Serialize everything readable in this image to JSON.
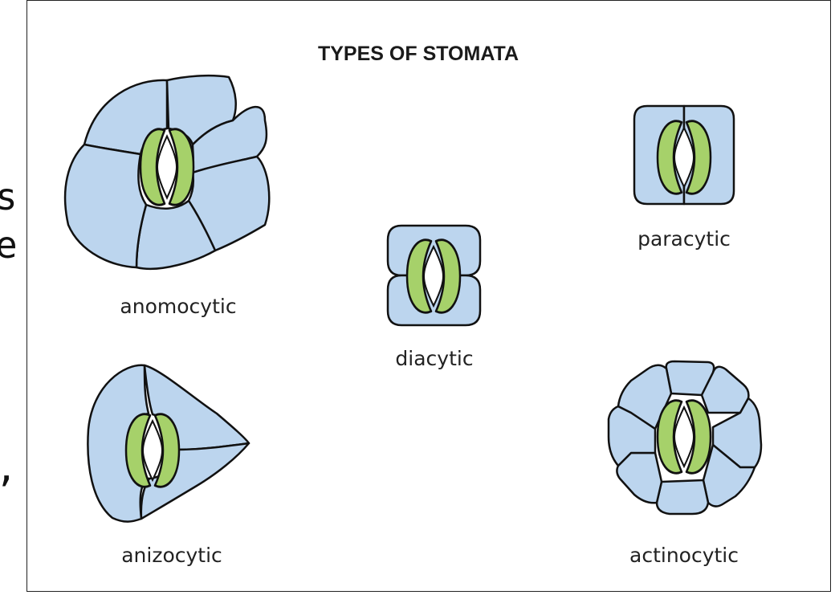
{
  "title": "TYPES OF STOMATA",
  "types": {
    "anomocytic": "anomocytic",
    "diacytic": "diacytic",
    "paracytic": "paracytic",
    "anizocytic": "anizocytic",
    "actinocytic": "actinocytic"
  },
  "edge_glyphs": [
    "s",
    "e",
    ","
  ],
  "colors": {
    "subsidiary_cell": "#bcd5ee",
    "guard_cell": "#a6d16a",
    "outline": "#111111",
    "background": "#ffffff"
  }
}
